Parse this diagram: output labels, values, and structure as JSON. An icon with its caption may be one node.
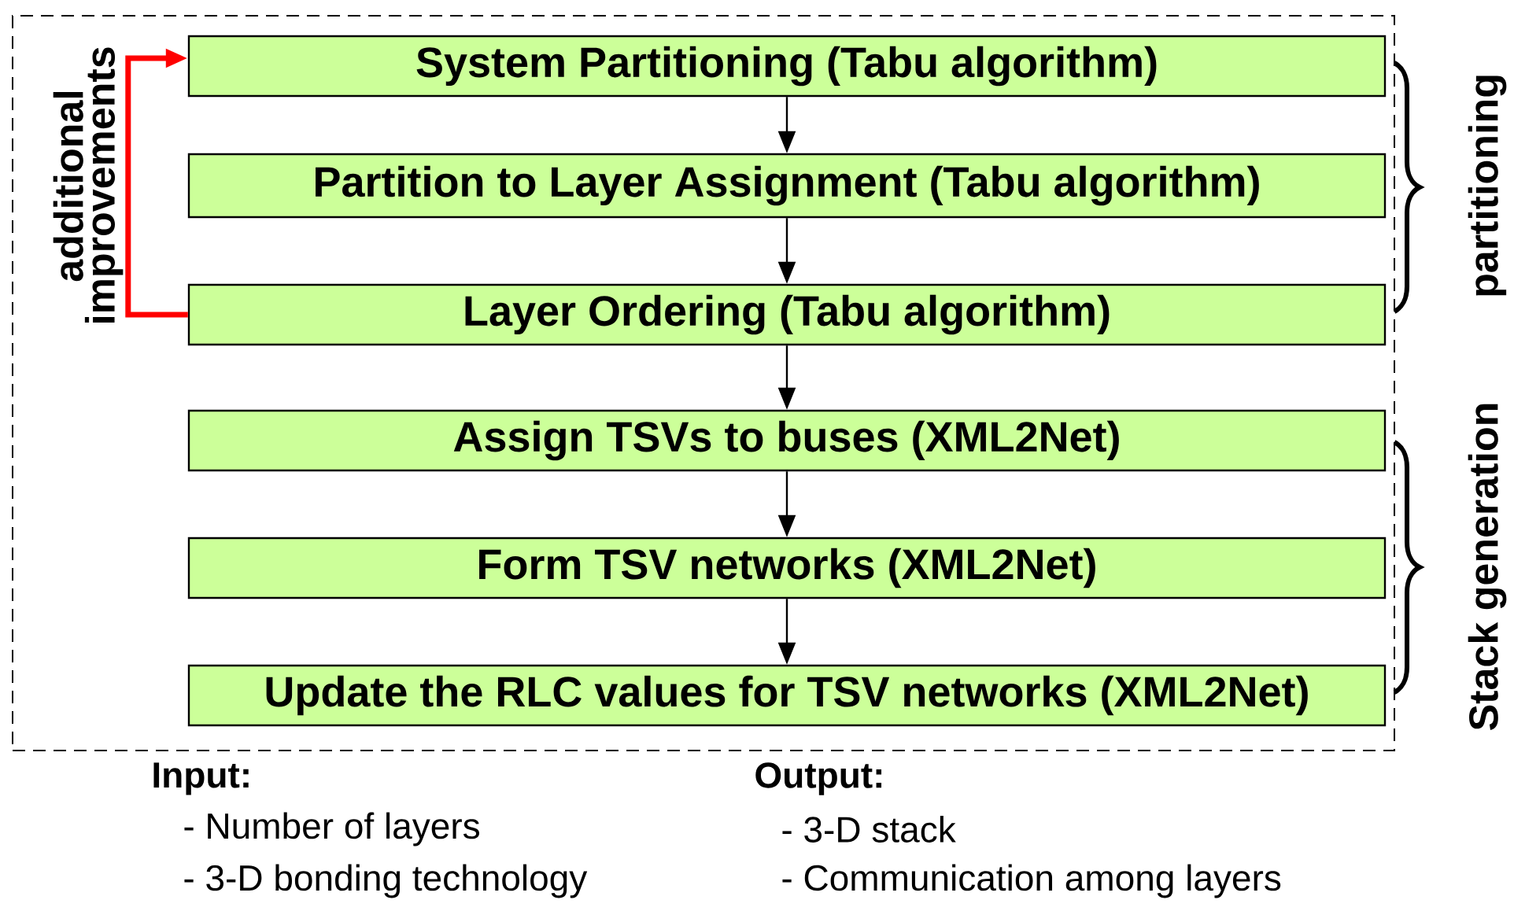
{
  "diagram": {
    "nodes": [
      {
        "text": [],
        "shape": "box"
      },
      {
        "text": [
          "System Partitioning (Tabu algorithm)"
        ],
        "in": 0
      },
      {
        "text": [
          "Partition to Layer Assignment (Tabu algorithm)"
        ],
        "in": 0
      },
      {
        "text": [
          "Layer Ordering (Tabu algorithm)"
        ],
        "in": 0
      },
      {
        "text": [
          "Assign TSVs to buses (XML2Net)"
        ],
        "in": 0
      },
      {
        "text": [
          "Form TSV networks (XML2Net)"
        ],
        "in": 0
      },
      {
        "text": [
          "Update the RLC values for TSV networks (XML2Net)"
        ],
        "in": 0
      }
    ],
    "edges": [
      {
        "from": 1,
        "to": 2,
        "arrow": "to"
      },
      {
        "from": 2,
        "to": 3,
        "arrow": "to"
      },
      {
        "from": 3,
        "to": 4,
        "arrow": "to"
      },
      {
        "from": 4,
        "to": 5,
        "arrow": "to"
      },
      {
        "from": 5,
        "to": 6,
        "arrow": "to"
      },
      {
        "from": 3,
        "to": 1,
        "arrow": "to",
        "label": "additional improvements",
        "style": "thick",
        "color": "#ff0000"
      }
    ],
    "labels": [
      "partitioning",
      "Stack generation",
      "Input:",
      "Output:",
      "- Number of layers",
      "- 3-D stack",
      "- 3-D bonding technology",
      "- Communication among layers"
    ]
  }
}
